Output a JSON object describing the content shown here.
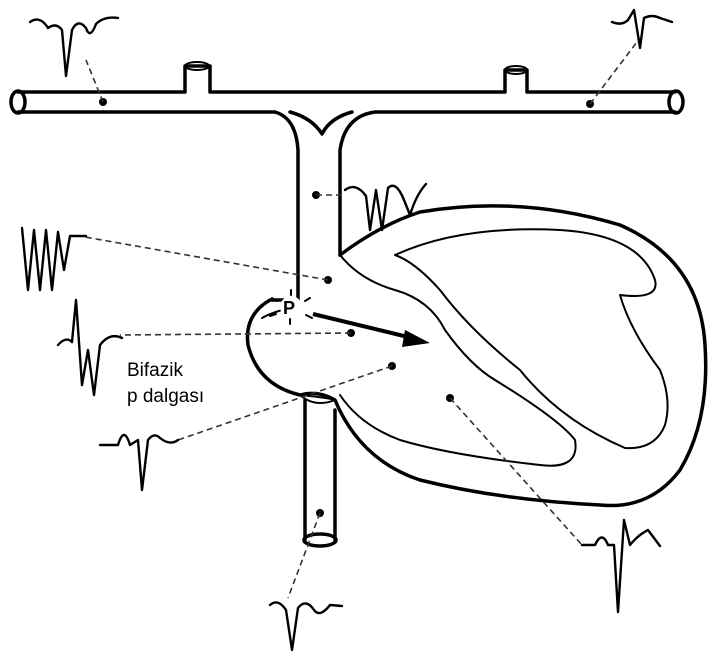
{
  "labels": {
    "p_marker": "P",
    "wave_line1": "Bifazik",
    "wave_line2": "p dalgası"
  },
  "colors": {
    "ink": "#000000",
    "background": "#ffffff"
  }
}
